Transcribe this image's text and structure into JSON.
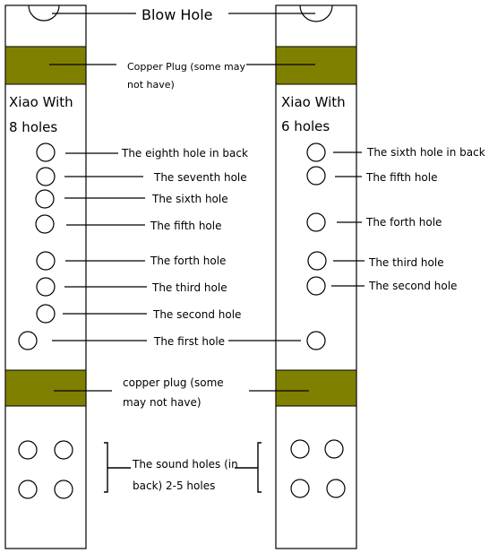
{
  "blow_hole": "Blow Hole",
  "copper_plug_top": [
    "Copper Plug (some may",
    "not have)"
  ],
  "copper_plug_bottom": [
    "copper plug (some",
    "may not have)"
  ],
  "left_title": [
    "Xiao With",
    "8 holes"
  ],
  "right_title": [
    "Xiao With",
    "6 holes"
  ],
  "left_holes": [
    "The eighth hole in back",
    "The seventh hole",
    "The sixth hole",
    "The fifth hole",
    "The forth hole",
    "The third hole",
    "The second hole",
    "The first hole"
  ],
  "right_holes": [
    "The sixth hole in back",
    "The fifth hole",
    "The forth hole",
    "The third hole",
    "The second hole"
  ],
  "sound_holes": [
    "The sound holes (in",
    "back) 2-5 holes"
  ],
  "colors": {
    "plug": "#808000",
    "outline": "#000000",
    "background": "#ffffff"
  }
}
